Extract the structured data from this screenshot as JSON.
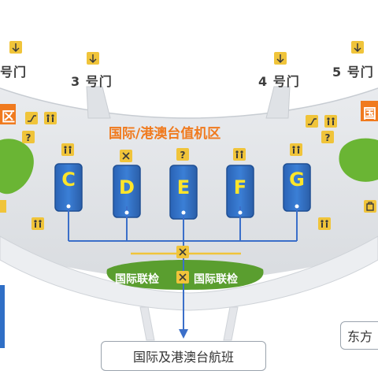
{
  "gates": {
    "gate_left_partial": "号门",
    "gate_3": "3 号门",
    "gate_4": "4 号门",
    "gate_5": "5 号门"
  },
  "zone_title": "国际/港澳台值机区",
  "counters": [
    "C",
    "D",
    "E",
    "F",
    "G"
  ],
  "inspection": {
    "left": "国际联检",
    "right": "国际联检"
  },
  "destination": "国际及港澳台航班",
  "east_label": "东方",
  "side_zone_left": "区",
  "side_zone_right": "国",
  "colors": {
    "counter_blue": "#2f6fc6",
    "zone_orange": "#f07a1e",
    "inspection_green": "#5a9e2f",
    "tree_green": "#6ab534",
    "icon_yellow": "#f0c43a",
    "route_line": "#3b6fc9"
  },
  "icons": [
    "gate-entrance-icon",
    "escalator-icon",
    "restroom-icon",
    "info-question-icon",
    "security-check-icon",
    "luggage-icon"
  ]
}
